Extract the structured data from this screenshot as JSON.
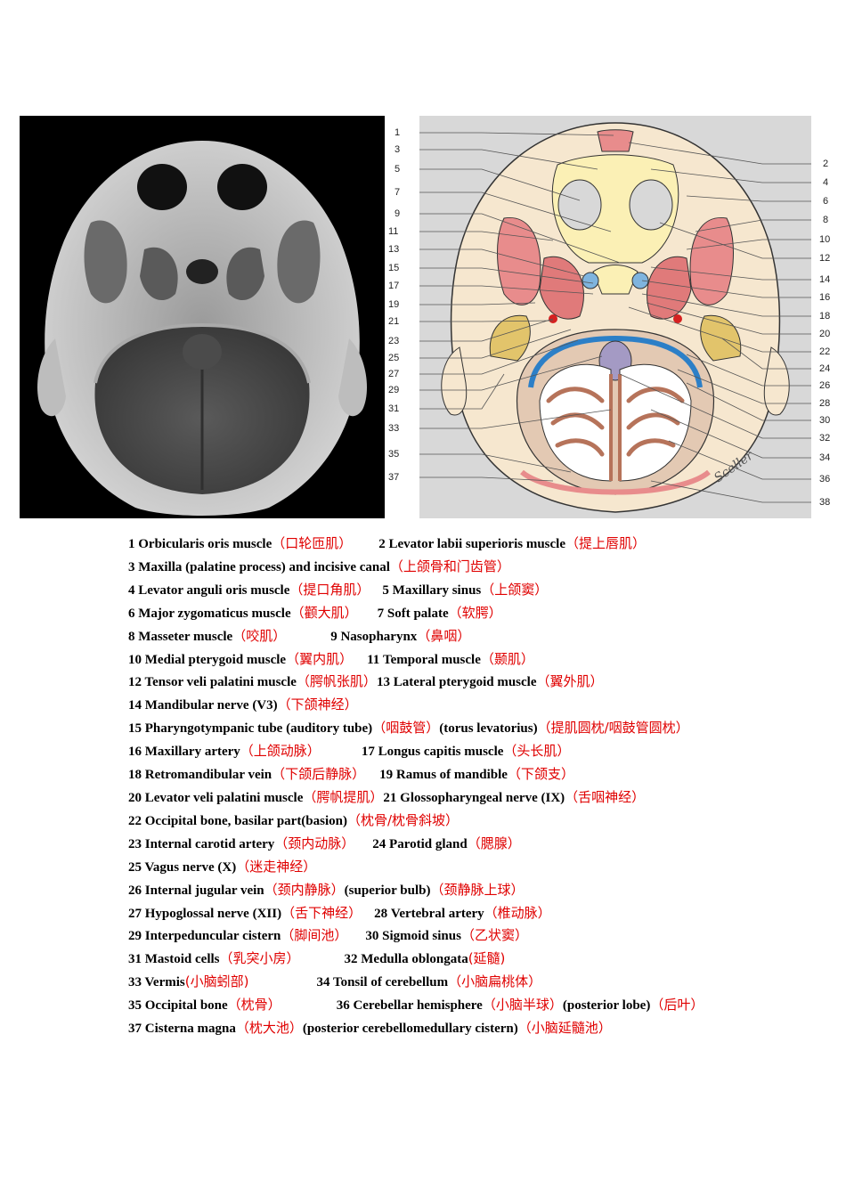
{
  "left_labels": [
    "1",
    "3",
    "5",
    "7",
    "9",
    "11",
    "13",
    "15",
    "17",
    "19",
    "21",
    "23",
    "25",
    "27",
    "29",
    "31",
    "33",
    "35",
    "37"
  ],
  "right_labels": [
    "2",
    "4",
    "6",
    "8",
    "10",
    "12",
    "14",
    "16",
    "18",
    "20",
    "22",
    "24",
    "26",
    "28",
    "30",
    "32",
    "34",
    "36",
    "38"
  ],
  "diagram_signature": "Sceller",
  "legend": [
    [
      {
        "en": "1 Orbicularis oris muscle",
        "zh": "（口轮匝肌）"
      },
      {
        "en": "2 Levator labii superioris muscle",
        "zh": "（提上唇肌）"
      }
    ],
    [
      {
        "en": "3 Maxilla (palatine process) and incisive canal",
        "zh": "（上颌骨和门齿管）"
      }
    ],
    [
      {
        "en": "4 Levator anguli oris muscle",
        "zh": "（提口角肌）"
      },
      {
        "en": "5 Maxillary sinus",
        "zh": "（上颌窦）"
      }
    ],
    [
      {
        "en": "6 Major zygomaticus muscle",
        "zh": "（颧大肌）"
      },
      {
        "en": "7 Soft palate",
        "zh": "（软腭）"
      }
    ],
    [
      {
        "en": "8 Masseter muscle",
        "zh": "（咬肌）"
      },
      {
        "en": "9 Nasopharynx",
        "zh": "（鼻咽）"
      }
    ],
    [
      {
        "en": "10 Medial pterygoid muscle",
        "zh": "（翼内肌）"
      },
      {
        "en": "11 Temporal muscle",
        "zh": "（颞肌）"
      }
    ],
    [
      {
        "en": "12 Tensor veli palatini muscle",
        "zh": "（腭帆张肌）"
      },
      {
        "en": "13 Lateral pterygoid muscle",
        "zh": "（翼外肌）"
      }
    ],
    [
      {
        "en": "14 Mandibular nerve (V3)",
        "zh": "（下颌神经）"
      }
    ],
    [
      {
        "en": "15 Pharyngotympanic tube (auditory tube)",
        "zh": "（咽鼓管）"
      },
      {
        "en": "(torus levatorius)",
        "zh": "（提肌圆枕/咽鼓管圆枕）"
      }
    ],
    [
      {
        "en": "16 Maxillary artery",
        "zh": "（上颌动脉）"
      },
      {
        "en": "17 Longus capitis muscle",
        "zh": "（头长肌）"
      }
    ],
    [
      {
        "en": "18 Retromandibular vein",
        "zh": "（下颌后静脉）"
      },
      {
        "en": "19 Ramus of mandible",
        "zh": "（下颌支）"
      }
    ],
    [
      {
        "en": "20 Levator veli palatini muscle",
        "zh": "（腭帆提肌）"
      },
      {
        "en": "21 Glossopharyngeal nerve (IX)",
        "zh": "（舌咽神经）"
      }
    ],
    [
      {
        "en": "22 Occipital bone, basilar part(basion)",
        "zh": "（枕骨/枕骨斜坡）"
      }
    ],
    [
      {
        "en": "23 Internal carotid artery",
        "zh": "（颈内动脉）"
      },
      {
        "en": "24 Parotid gland",
        "zh": "（腮腺）"
      }
    ],
    [
      {
        "en": "25 Vagus nerve (X)",
        "zh": "（迷走神经）"
      }
    ],
    [
      {
        "en": "26 Internal jugular vein",
        "zh": "（颈内静脉）"
      },
      {
        "en": "(superior bulb)",
        "zh": "（颈静脉上球）"
      }
    ],
    [
      {
        "en": "27 Hypoglossal nerve (XII)",
        "zh": "（舌下神经）"
      },
      {
        "en": "28 Vertebral artery",
        "zh": "（椎动脉）"
      }
    ],
    [
      {
        "en": "29 Interpeduncular cistern",
        "zh": "（脚间池）"
      },
      {
        "en": "30 Sigmoid sinus",
        "zh": "（乙状窦）"
      }
    ],
    [
      {
        "en": "31 Mastoid cells",
        "zh": "（乳突小房）"
      },
      {
        "en": "32 Medulla oblongata",
        "zh": "(延髓)"
      }
    ],
    [
      {
        "en": "33 Vermis",
        "zh": "(小脑蚓部)"
      },
      {
        "en": "34 Tonsil of cerebellum",
        "zh": "（小脑扁桃体）"
      }
    ],
    [
      {
        "en": "35 Occipital bone",
        "zh": "（枕骨）"
      },
      {
        "en": "36 Cerebellar hemisphere",
        "zh": "（小脑半球）"
      },
      {
        "en": "(posterior lobe)",
        "zh": "（后叶）"
      },
      {
        "en": "37 Cisterna magna",
        "zh": "（枕大池）"
      },
      {
        "en": "(posterior cerebellomedullary cistern)",
        "zh": "（小脑延髓池）"
      }
    ]
  ]
}
